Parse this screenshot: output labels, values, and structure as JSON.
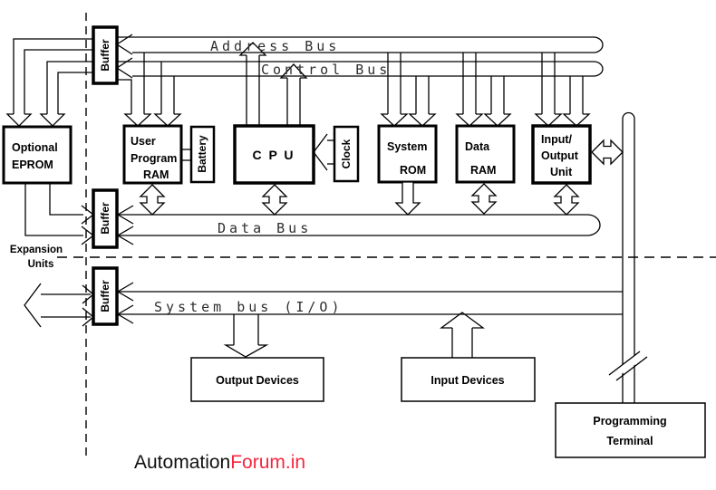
{
  "diagram": {
    "title_hint": "PLC architecture block diagram",
    "buses": {
      "address": "Address Bus",
      "control": "Control Bus",
      "data": "Data Bus",
      "system": "System bus (I/O)"
    },
    "buffers": [
      "Buffer",
      "Buffer",
      "Buffer"
    ],
    "blocks": {
      "eprom": {
        "line1": "Optional",
        "line2": "EPROM"
      },
      "user_ram": {
        "line1": "User",
        "line2": "Program",
        "line3": "RAM"
      },
      "battery": {
        "label": "Battery"
      },
      "cpu": {
        "label": "C P U"
      },
      "clock": {
        "label": "Clock"
      },
      "system_rom": {
        "line1": "System",
        "line2": "ROM"
      },
      "data_ram": {
        "line1": "Data",
        "line2": "RAM"
      },
      "io_unit": {
        "line1": "Input/",
        "line2": "Output",
        "line3": "Unit"
      },
      "output_devices": {
        "label": "Output Devices"
      },
      "input_devices": {
        "label": "Input Devices"
      },
      "programming_terminal": {
        "line1": "Programming",
        "line2": "Terminal"
      }
    },
    "annotations": {
      "expansion_line1": "Expansion",
      "expansion_line2": "Units"
    },
    "watermark": {
      "part1": "Automation",
      "part2": "Forum.in",
      "part1_color": "#111111",
      "part2_color": "#f4273f"
    },
    "line_color": "#000000",
    "background_color": "#ffffff"
  }
}
